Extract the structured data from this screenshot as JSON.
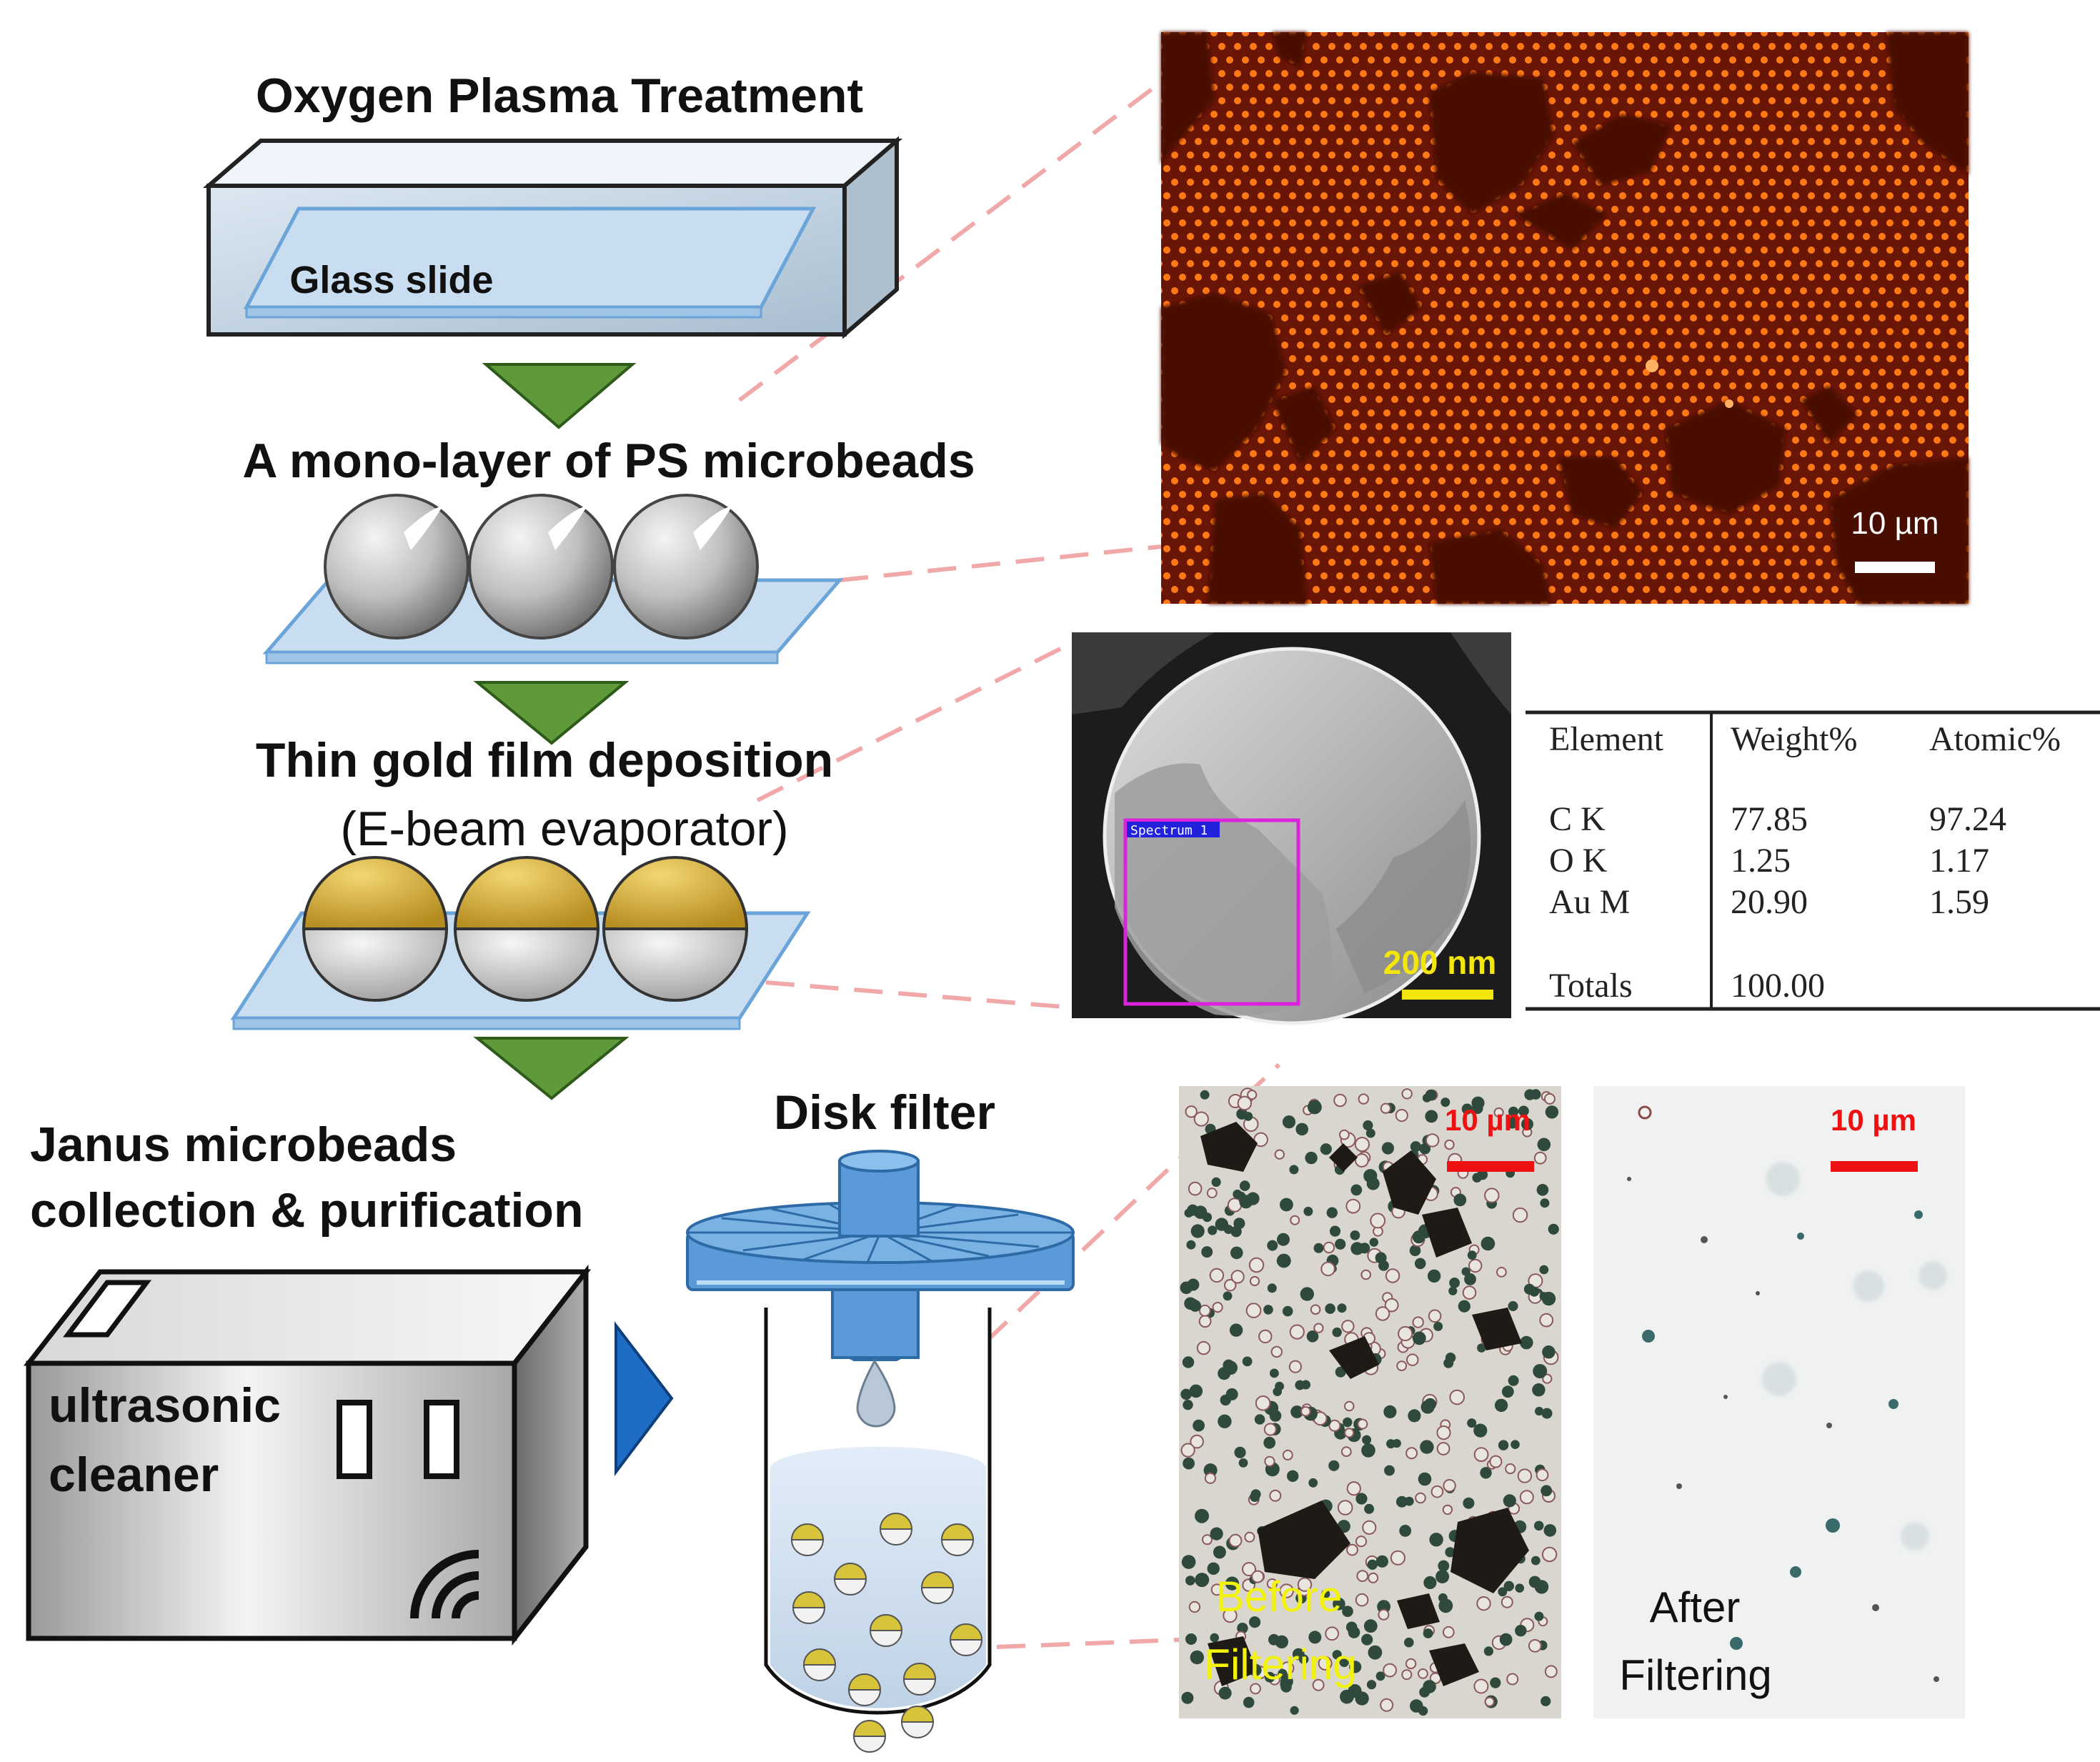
{
  "steps": {
    "plasma": {
      "title": "Oxygen Plasma Treatment",
      "slide_label": "Glass slide"
    },
    "monolayer": {
      "title": "A mono-layer of PS microbeads"
    },
    "gold": {
      "title": "Thin gold film deposition",
      "subtitle": "(E-beam evaporator)"
    },
    "collection": {
      "title_line1": "Janus microbeads",
      "title_line2": "collection & purification"
    },
    "cleaner": {
      "label_line1": "ultrasonic",
      "label_line2": "cleaner"
    },
    "filter": {
      "title": "Disk filter"
    }
  },
  "images": {
    "fluorescence": {
      "scale_label": "10 µm"
    },
    "sem": {
      "scale_label": "200 nm",
      "spectrum_tag": "Spectrum 1"
    },
    "before": {
      "scale_label": "10 µm",
      "caption_line1": "Before",
      "caption_line2": "Filtering"
    },
    "after": {
      "scale_label": "10 µm",
      "caption_line1": "After",
      "caption_line2": "Filtering"
    }
  },
  "eds_table": {
    "headers": [
      "Element",
      "Weight%",
      "Atomic%"
    ],
    "rows": [
      [
        "C K",
        "77.85",
        "97.24"
      ],
      [
        "O K",
        "1.25",
        "1.17"
      ],
      [
        "Au M",
        "20.90",
        "1.59"
      ]
    ],
    "totals": [
      "Totals",
      "100.00"
    ]
  },
  "colors": {
    "arrow_green": "#5f9a3a",
    "arrow_blue": "#1e6cc4",
    "connector_pink": "#f0a8a8",
    "gold": "#d8b33a",
    "fluorescence_bg": "#6a1606",
    "bead_orange": "#ff7a14",
    "scale_red": "#ee1111",
    "caption_yellow": "#f2f20a",
    "spectrum_box": "#dd22dd"
  }
}
